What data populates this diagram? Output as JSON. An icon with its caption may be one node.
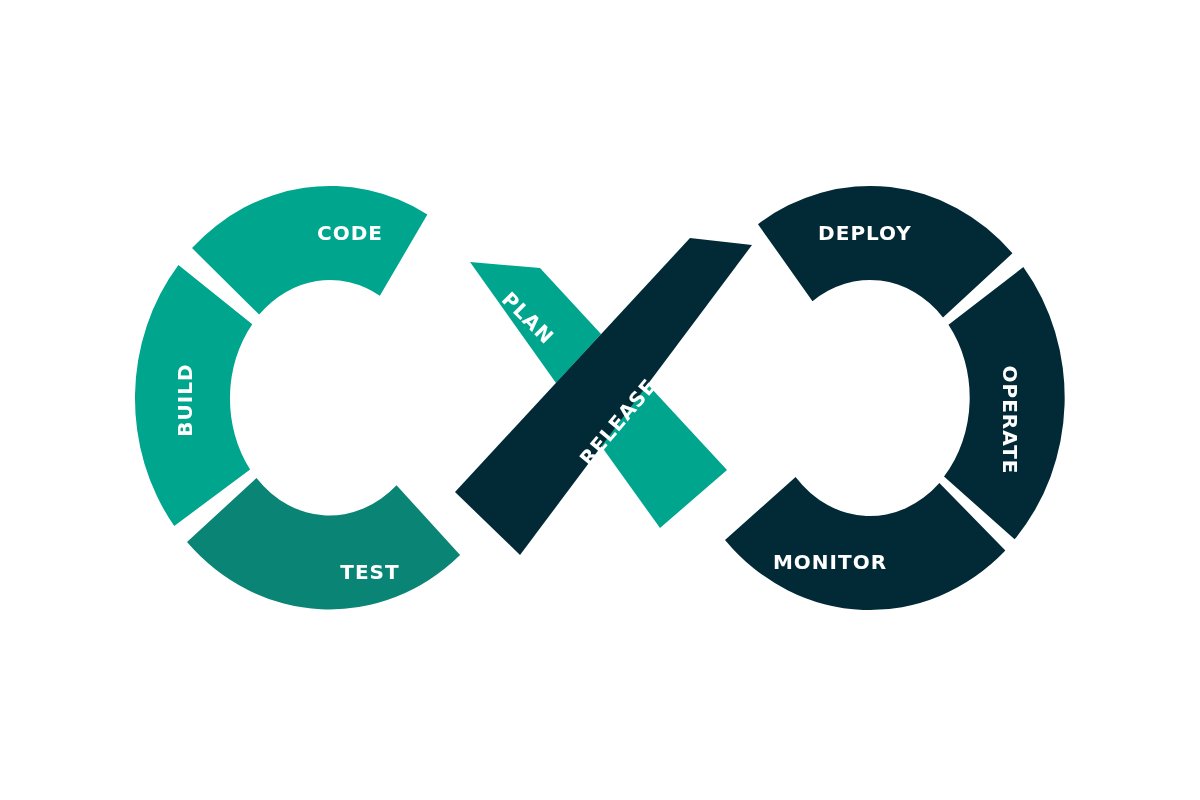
{
  "diagram": {
    "nodes": [
      {
        "text": [
          "PLAN"
        ]
      },
      {
        "text": [
          "CODE"
        ]
      },
      {
        "text": [
          "BUILD"
        ]
      },
      {
        "text": [
          "TEST"
        ]
      },
      {
        "text": [
          "RELEASE"
        ]
      },
      {
        "text": [
          "DEPLOY"
        ]
      },
      {
        "text": [
          "OPERATE"
        ]
      },
      {
        "text": [
          "MONITOR"
        ]
      }
    ]
  }
}
